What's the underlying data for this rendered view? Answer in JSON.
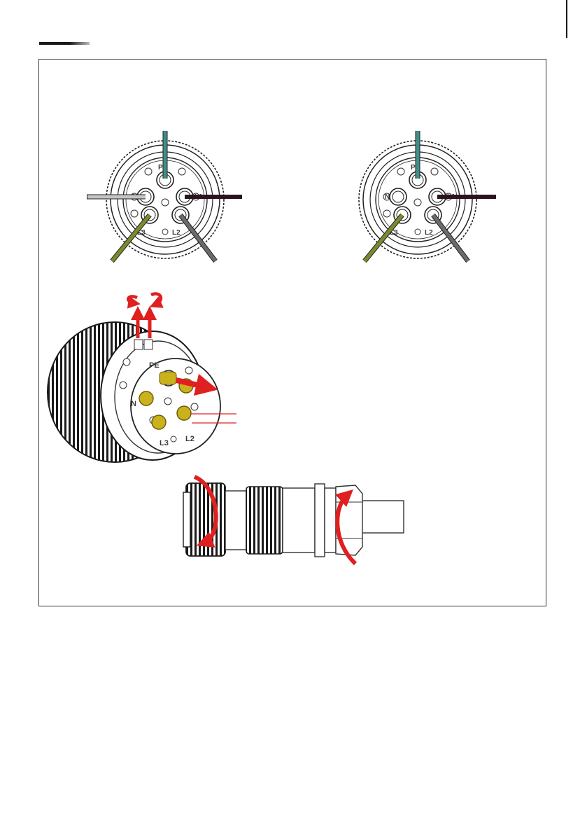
{
  "figure": {
    "left_connector": {
      "pins": {
        "pe": "PE",
        "n": "N",
        "l1": "L1",
        "l2": "L2",
        "l3": "L3"
      },
      "wires": [
        "pe-wire",
        "n-wire",
        "l1-wire",
        "l2-wire",
        "l3-wire"
      ]
    },
    "right_connector": {
      "pins": {
        "pe": "PE",
        "n": "N",
        "l1": "L1",
        "l2": "L2",
        "l3": "L3"
      },
      "wires": [
        "pe-wire",
        "l1-wire",
        "l2-wire",
        "l3-wire"
      ]
    },
    "insert_view": {
      "pins": {
        "pe": "PE",
        "n": "N",
        "l3": "L3",
        "l2": "L2"
      }
    },
    "colors": {
      "pe_wire": "#3f8f88",
      "n_wire": "#c4c4c4",
      "l1_wire": "#2a1420",
      "l2_wire": "#6b6b6b",
      "l3_wire": "#7b8a2c",
      "arrow": "#e02020",
      "pin_brass": "#c9b21c"
    }
  }
}
